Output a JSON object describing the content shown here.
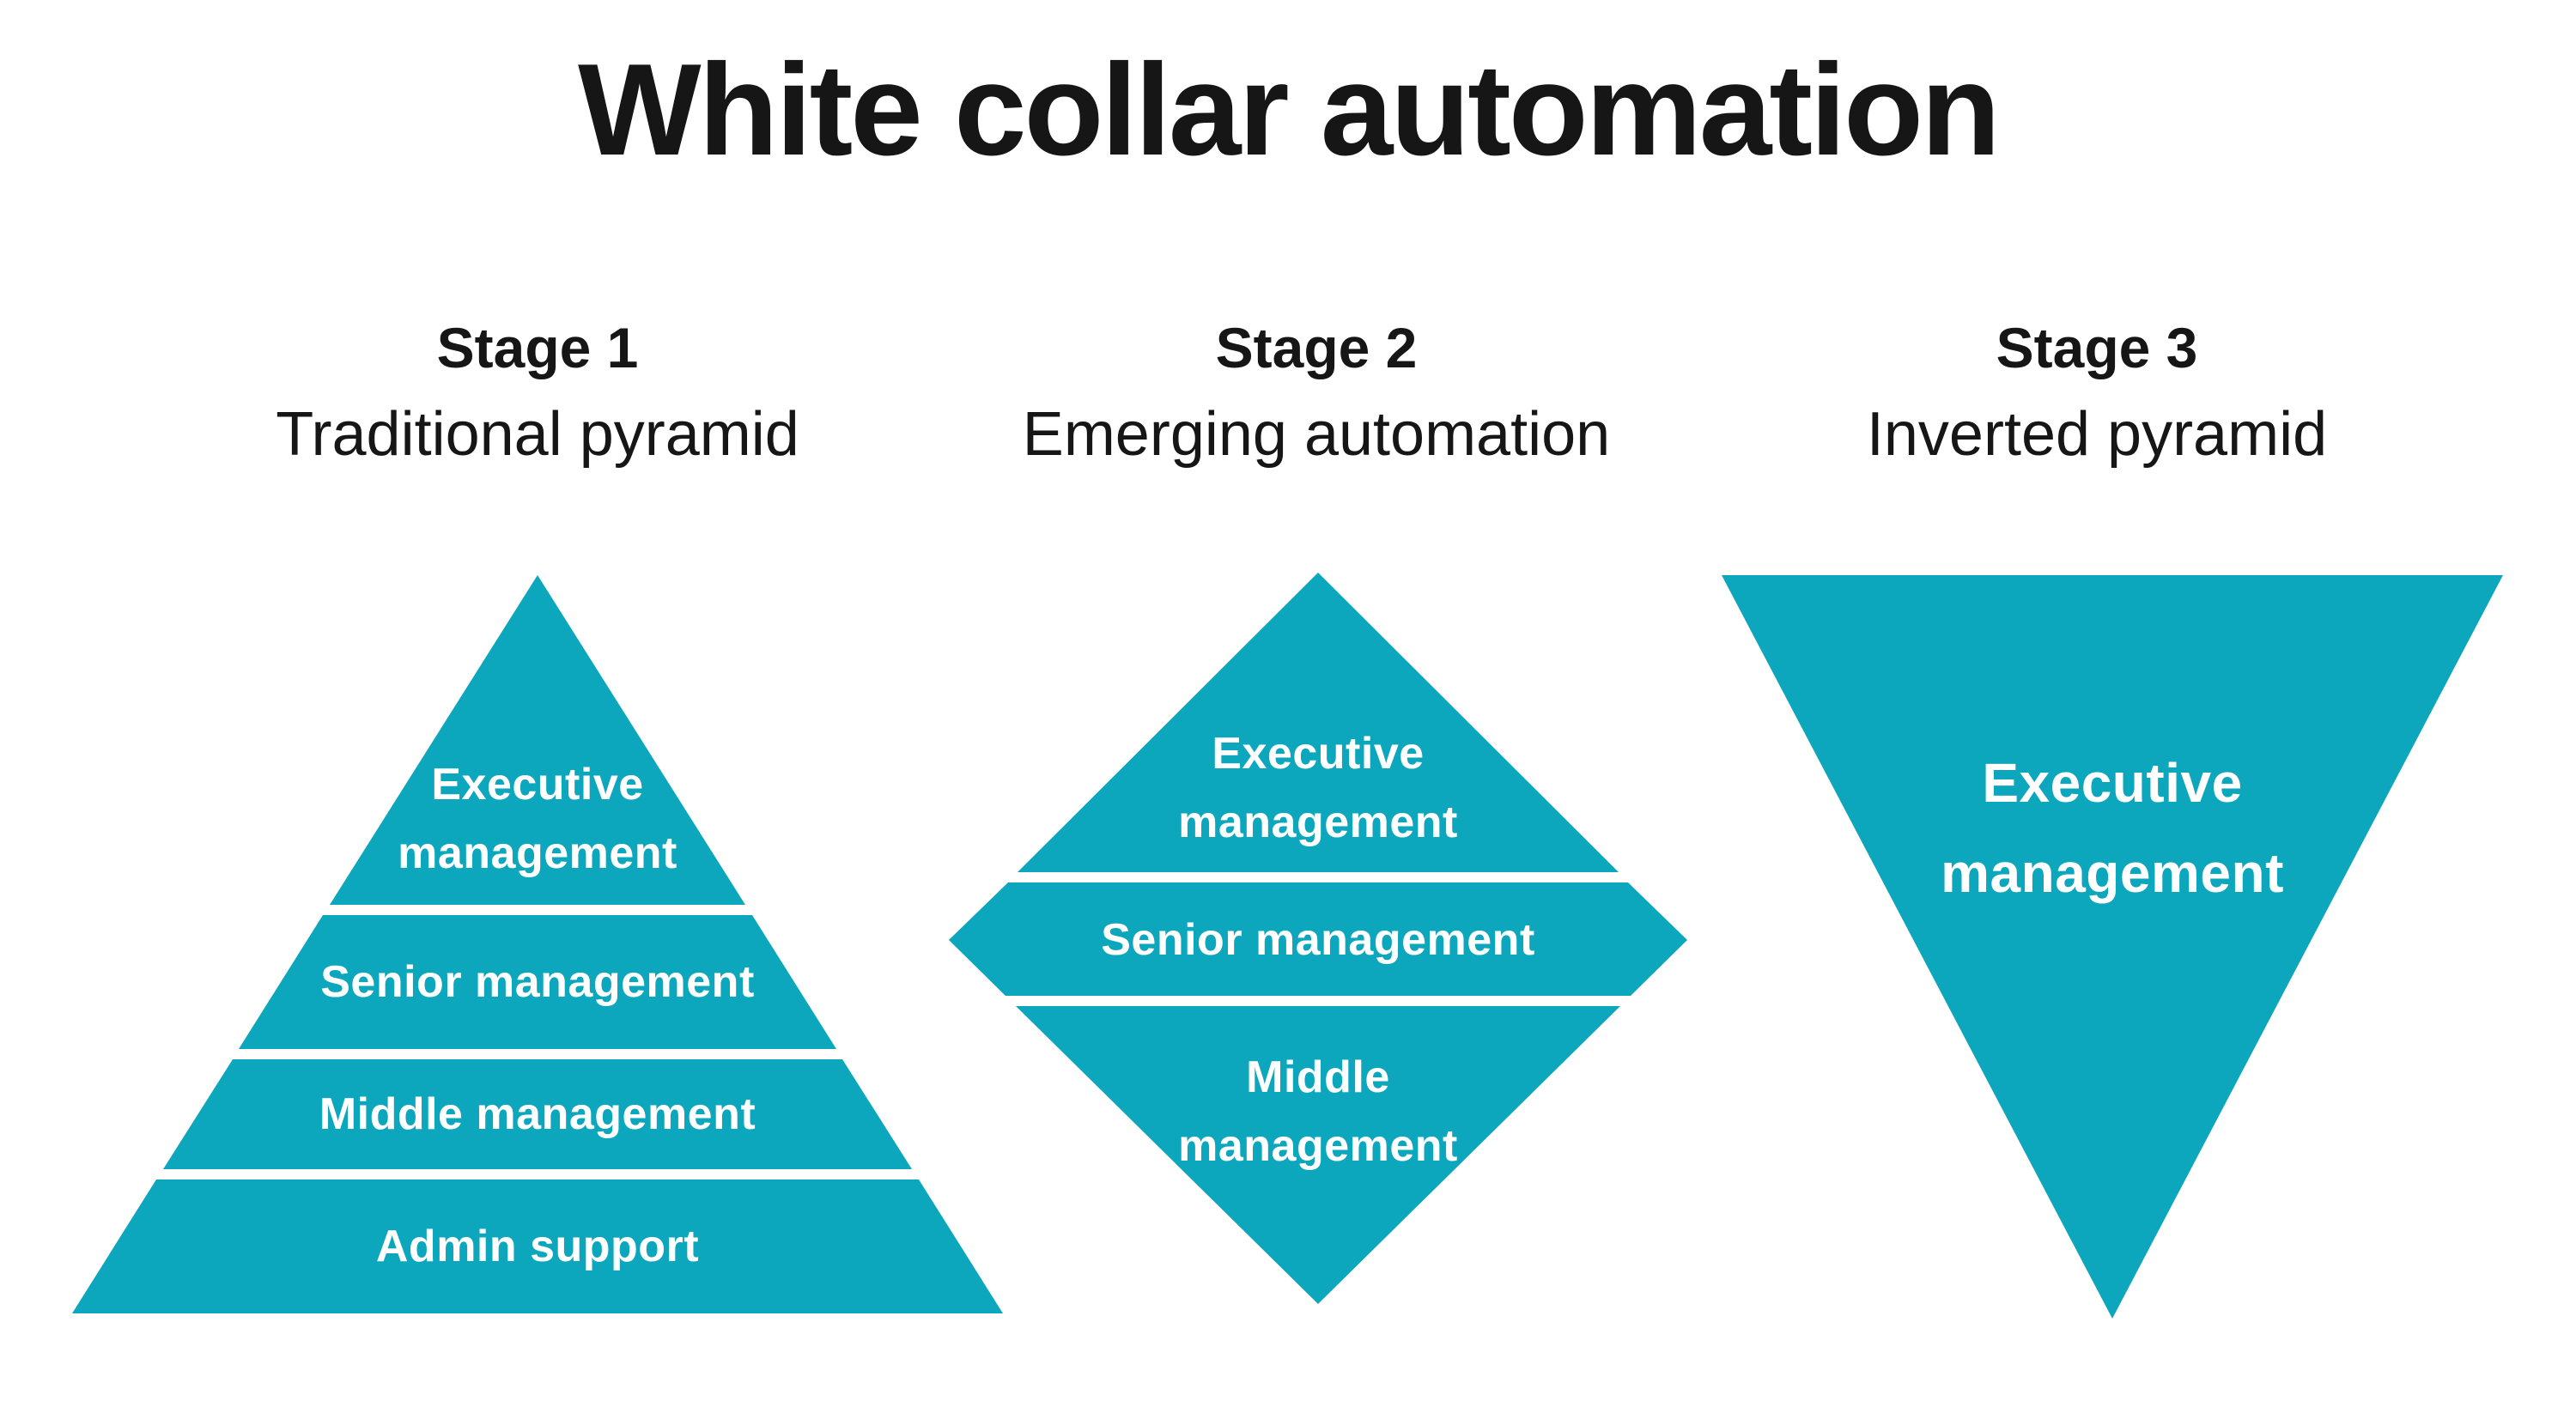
{
  "title": "White collar automation",
  "colors": {
    "teal": "#0ca7bd",
    "heading": "#161616",
    "shape_label": "#ffffff",
    "background": "#ffffff"
  },
  "stages": [
    {
      "label": "Stage 1",
      "subtitle": "Traditional pyramid",
      "shape": "pyramid",
      "layers": [
        "Executive management",
        "Senior management",
        "Middle management",
        "Admin support"
      ]
    },
    {
      "label": "Stage 2",
      "subtitle": "Emerging automation",
      "shape": "diamond",
      "layers": [
        "Executive management",
        "Senior management",
        "Middle management"
      ]
    },
    {
      "label": "Stage 3",
      "subtitle": "Inverted pyramid",
      "shape": "inverted-pyramid",
      "layers": [
        "Executive management"
      ]
    }
  ]
}
